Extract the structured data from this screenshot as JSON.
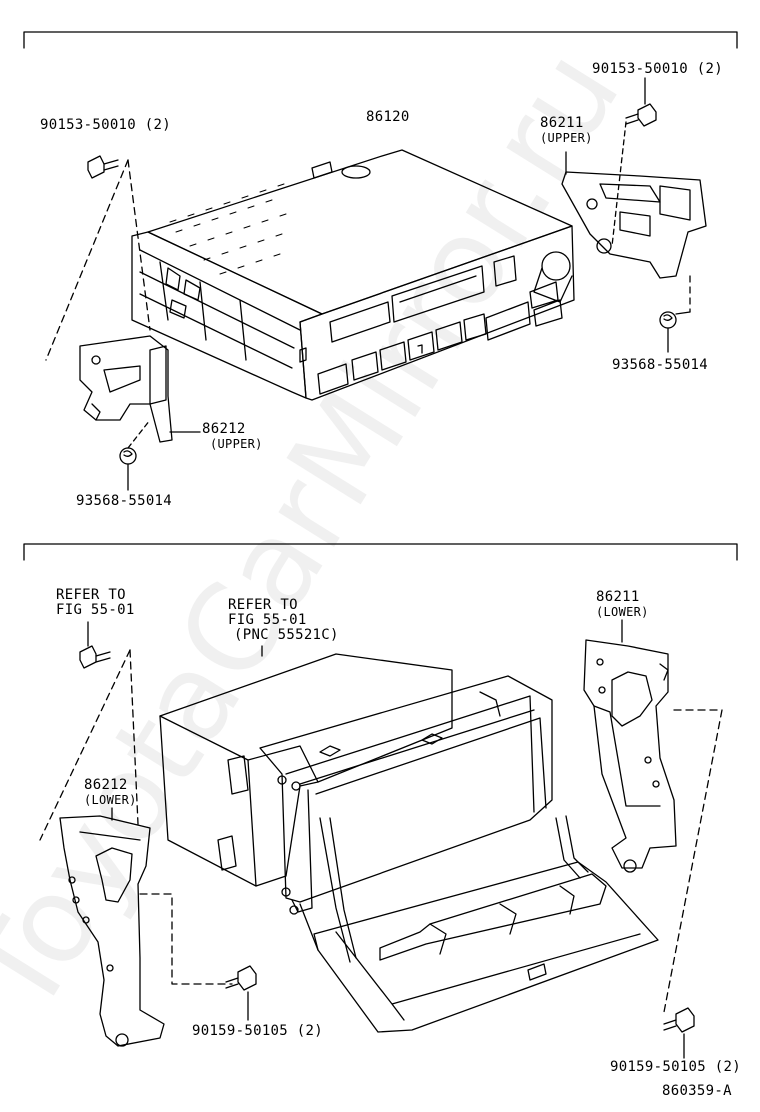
{
  "watermark": "ToyotaCarMirror.ru",
  "upper_section": {
    "radio": {
      "part_no": "86120"
    },
    "bolt_left": {
      "part_no": "90153-50010",
      "qty": "(2)"
    },
    "bolt_right": {
      "part_no": "90153-50010",
      "qty": "(2)"
    },
    "bracket_right": {
      "part_no": "86211",
      "note": "(UPPER)"
    },
    "bracket_left": {
      "part_no": "86212",
      "note": "(UPPER)"
    },
    "nut_right": {
      "part_no": "93568-55014"
    },
    "nut_left": {
      "part_no": "93568-55014"
    }
  },
  "lower_section": {
    "refer_left": {
      "line1": "REFER TO",
      "line2": "FIG 55-01"
    },
    "refer_center": {
      "line1": "REFER TO",
      "line2": "FIG 55-01",
      "line3": "(PNC 55521C)"
    },
    "bracket_right": {
      "part_no": "86211",
      "note": "(LOWER)"
    },
    "bracket_left": {
      "part_no": "86212",
      "note": "(LOWER)"
    },
    "screw_left": {
      "part_no": "90159-50105",
      "qty": "(2)"
    },
    "screw_right": {
      "part_no": "90159-50105",
      "qty": "(2)"
    }
  },
  "figure_id": "860359-A"
}
